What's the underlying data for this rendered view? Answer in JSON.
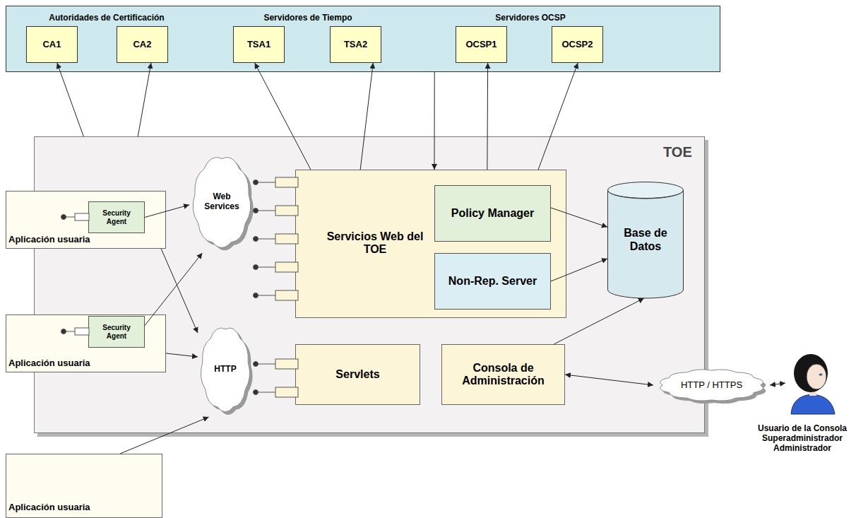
{
  "diagram": {
    "nodes": [
      {
        "text": [
          "Autoridades de Certificación",
          "Servidores de Tiempo",
          "Servidores OCSP"
        ]
      },
      {
        "text": [
          "CA1"
        ],
        "in": 0
      },
      {
        "text": [
          "CA2"
        ],
        "in": 0
      },
      {
        "text": [
          "TSA1"
        ],
        "in": 0
      },
      {
        "text": [
          "TSA2"
        ],
        "in": 0
      },
      {
        "text": [
          "OCSP1"
        ],
        "in": 0
      },
      {
        "text": [
          "OCSP2"
        ],
        "in": 0
      },
      {
        "text": [
          "TOE"
        ]
      },
      {
        "text": [
          "Aplicación usuaria"
        ]
      },
      {
        "text": [
          "Security Agent"
        ],
        "in": 8
      },
      {
        "text": [
          "Aplicación usuaria"
        ]
      },
      {
        "text": [
          "Security Agent"
        ],
        "in": 10
      },
      {
        "text": [
          "Aplicación usuaria"
        ]
      },
      {
        "text": [
          "Web Services"
        ],
        "in": 7
      },
      {
        "text": [
          "HTTP"
        ],
        "in": 7
      },
      {
        "text": [
          "Servicios Web del TOE"
        ],
        "in": 7
      },
      {
        "text": [
          "Policy Manager"
        ],
        "in": 15
      },
      {
        "text": [
          "Non-Rep. Server"
        ],
        "in": 15
      },
      {
        "text": [
          "Base de Datos"
        ],
        "in": 7
      },
      {
        "text": [
          "Servlets"
        ],
        "in": 7
      },
      {
        "text": [
          "Consola de Administración"
        ],
        "in": 7
      },
      {
        "text": [
          "HTTP / HTTPS"
        ]
      },
      {
        "text": [
          "Usuario de la Consola Superadministrador Administrador"
        ]
      }
    ],
    "edges": [
      {
        "from": 7,
        "to": 1,
        "arrow": "to"
      },
      {
        "from": 7,
        "to": 2,
        "arrow": "to"
      },
      {
        "from": 15,
        "to": 3,
        "arrow": "to"
      },
      {
        "from": 15,
        "to": 4,
        "arrow": "to"
      },
      {
        "from": 0,
        "to": 15,
        "arrow": "to"
      },
      {
        "from": 15,
        "to": 5,
        "arrow": "to"
      },
      {
        "from": 15,
        "to": 6,
        "arrow": "to"
      },
      {
        "from": 9,
        "to": 13,
        "arrow": "to"
      },
      {
        "from": 8,
        "to": 14,
        "arrow": "to"
      },
      {
        "from": 11,
        "to": 13,
        "arrow": "to"
      },
      {
        "from": 10,
        "to": 14,
        "arrow": "to"
      },
      {
        "from": 12,
        "to": 14,
        "arrow": "to"
      },
      {
        "from": 16,
        "to": 18,
        "arrow": "to"
      },
      {
        "from": 17,
        "to": 18,
        "arrow": "to"
      },
      {
        "from": 20,
        "to": 18,
        "arrow": "to"
      },
      {
        "from": 20,
        "to": 21,
        "arrow": "both"
      },
      {
        "from": 21,
        "to": 22,
        "arrow": "both"
      }
    ]
  }
}
